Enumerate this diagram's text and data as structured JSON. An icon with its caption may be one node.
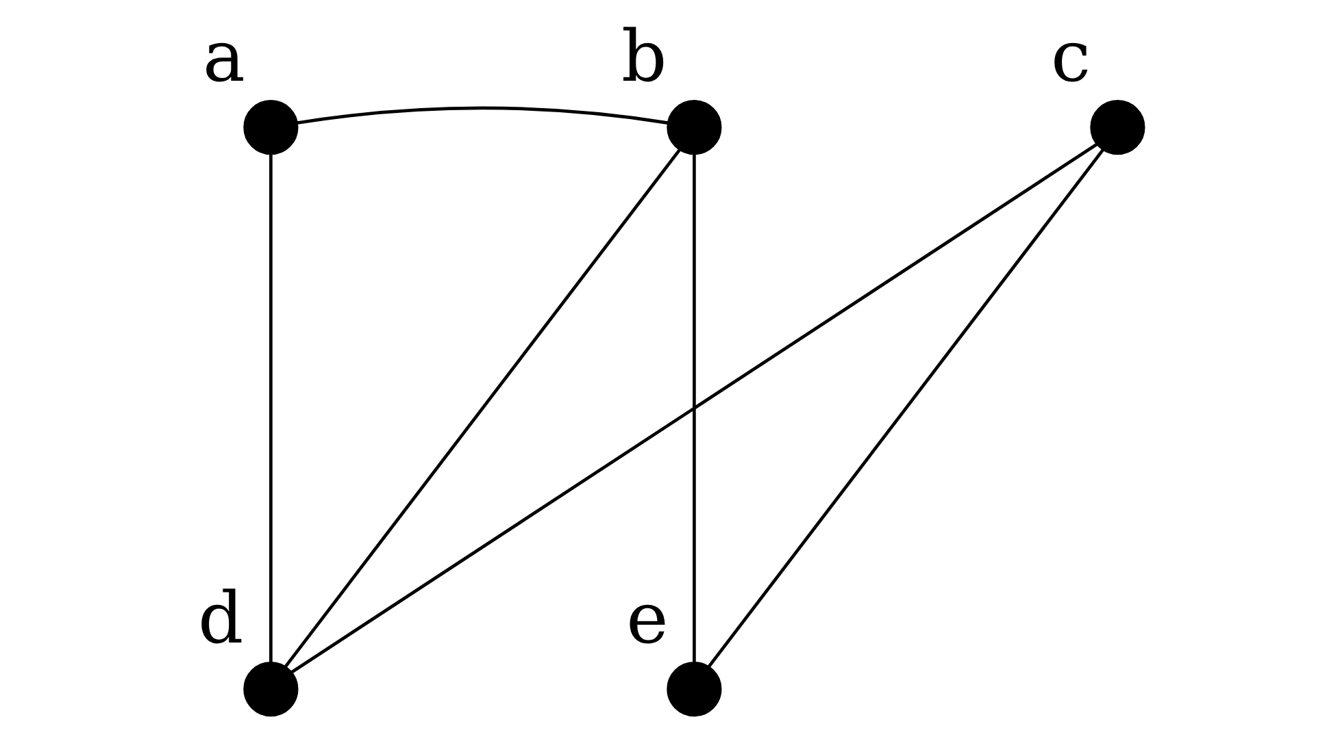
{
  "diagram": {
    "nodes": [
      {
        "text": [],
        "shape": "circle",
        "beside": [
          "a"
        ]
      },
      {
        "text": [],
        "shape": "circle",
        "beside": [
          "b"
        ]
      },
      {
        "text": [],
        "shape": "circle",
        "beside": [
          "c"
        ]
      },
      {
        "text": [],
        "shape": "circle",
        "beside": [
          "d"
        ]
      },
      {
        "text": [],
        "shape": "circle",
        "beside": [
          "e"
        ]
      }
    ],
    "edges": [
      {
        "from": 0,
        "to": 1,
        "arrow": "none"
      },
      {
        "from": 0,
        "to": 3,
        "arrow": "none"
      },
      {
        "from": 1,
        "to": 3,
        "arrow": "none"
      },
      {
        "from": 1,
        "to": 4,
        "arrow": "none"
      },
      {
        "from": 2,
        "to": 3,
        "arrow": "none"
      },
      {
        "from": 2,
        "to": 4,
        "arrow": "none"
      }
    ]
  }
}
